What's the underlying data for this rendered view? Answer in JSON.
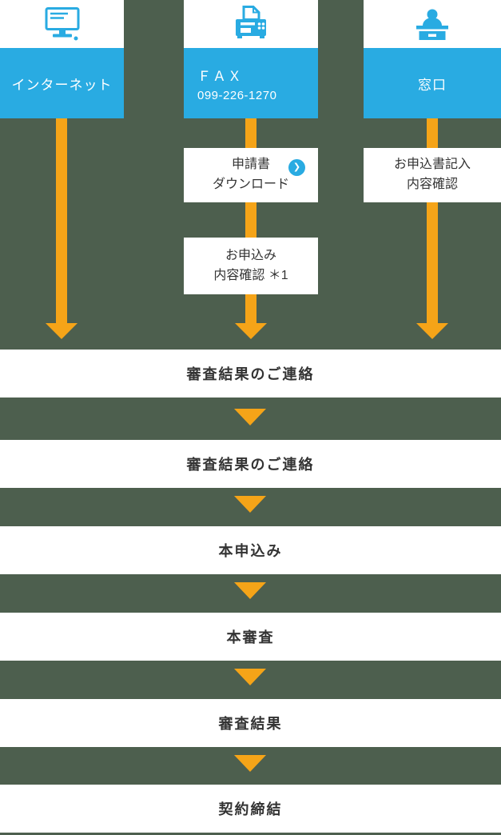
{
  "colors": {
    "background": "#4d5f4e",
    "accent_blue": "#29abe2",
    "arrow_orange": "#f5a418",
    "box_white": "#ffffff",
    "text_dark": "#333333"
  },
  "channels": [
    {
      "icon": "monitor-icon",
      "label": "インターネット"
    },
    {
      "icon": "fax-icon",
      "label": "ＦＡＸ",
      "number": "099-226-1270",
      "steps": [
        {
          "line1": "申請書",
          "line2": "ダウンロード",
          "link_icon": "chevron-right-circle-icon"
        },
        {
          "line1": "お申込み",
          "line2": "内容確認 ＊1"
        }
      ]
    },
    {
      "icon": "receptionist-icon",
      "label": "窓口",
      "steps": [
        {
          "line1": "お申込書記入",
          "line2": "内容確認"
        }
      ]
    }
  ],
  "flow_steps": [
    "審査結果のご連絡",
    "審査結果のご連絡",
    "本申込み",
    "本審査",
    "審査結果",
    "契約締結"
  ]
}
